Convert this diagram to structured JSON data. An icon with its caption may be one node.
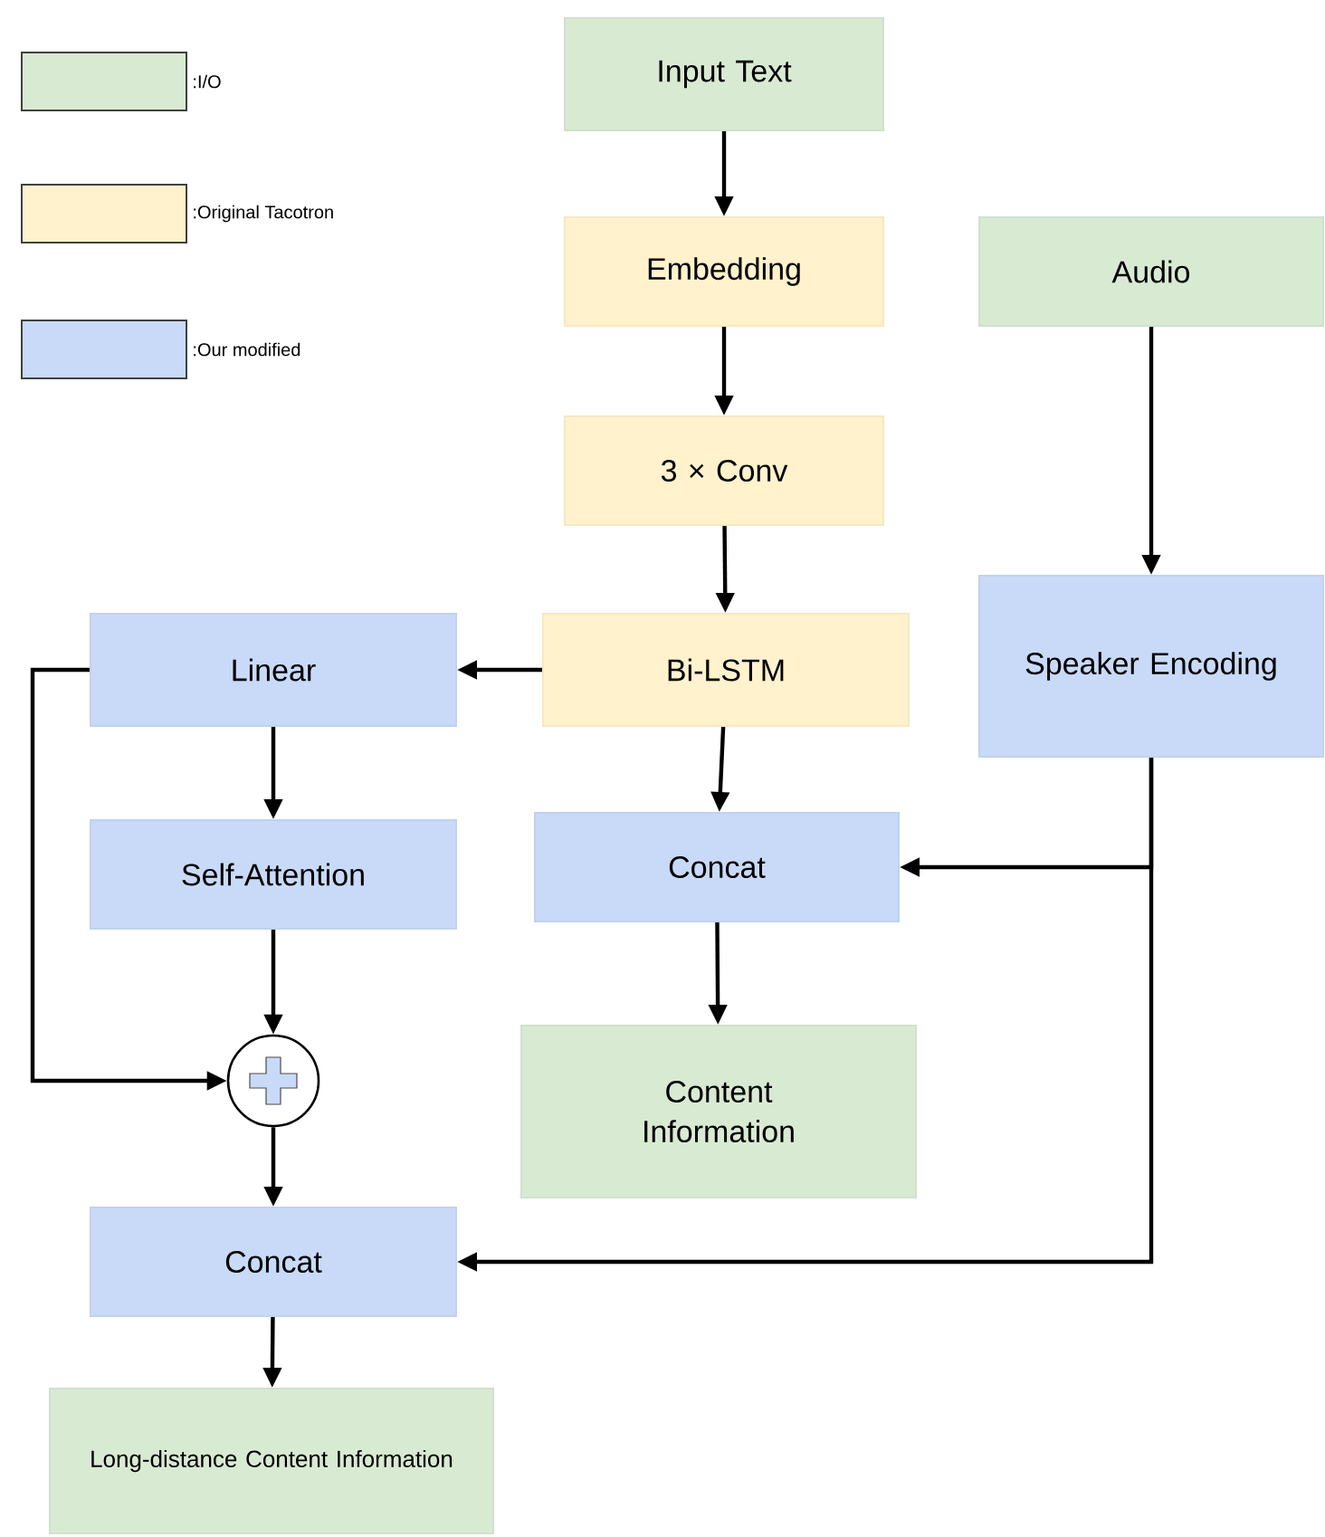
{
  "diagram": {
    "nodes": [
      {
        "text": [
          "Input Text"
        ]
      },
      {
        "text": [
          "Embedding"
        ]
      },
      {
        "text": [
          "Audio"
        ]
      },
      {
        "text": [
          "3 × Conv"
        ]
      },
      {
        "text": [
          "Bi-LSTM"
        ]
      },
      {
        "text": [
          "Linear"
        ]
      },
      {
        "text": [
          "Speaker Encoding"
        ]
      },
      {
        "text": [
          "Self-Attention"
        ]
      },
      {
        "text": [
          "Concat"
        ]
      },
      {
        "text": [],
        "shape": "circle"
      },
      {
        "text": [
          "Content Information"
        ]
      },
      {
        "text": [
          "Concat"
        ]
      },
      {
        "text": [
          "Long-distance Content Information"
        ]
      }
    ],
    "edges": [
      {
        "from": 0,
        "to": 1,
        "arrow": "to"
      },
      {
        "from": 1,
        "to": 3,
        "arrow": "to"
      },
      {
        "from": 3,
        "to": 4,
        "arrow": "to"
      },
      {
        "from": 2,
        "to": 6,
        "arrow": "to"
      },
      {
        "from": 4,
        "to": 5,
        "arrow": "to"
      },
      {
        "from": 4,
        "to": 8,
        "arrow": "to"
      },
      {
        "from": 5,
        "to": 7,
        "arrow": "to"
      },
      {
        "from": 6,
        "to": 8,
        "arrow": "to"
      },
      {
        "from": 6,
        "to": 11,
        "arrow": "to"
      },
      {
        "from": 5,
        "to": 9,
        "arrow": "to"
      },
      {
        "from": 7,
        "to": 9,
        "arrow": "to"
      },
      {
        "from": 8,
        "to": 10,
        "arrow": "to"
      },
      {
        "from": 9,
        "to": 11,
        "arrow": "to"
      },
      {
        "from": 11,
        "to": 12,
        "arrow": "to"
      }
    ],
    "legend": [
      {
        "text": ":I/O",
        "color": "#d9ead3"
      },
      {
        "text": ":Original Tacotron",
        "color": "#fff2cc"
      },
      {
        "text": ":Our modified",
        "color": "#c9daf8"
      }
    ]
  }
}
